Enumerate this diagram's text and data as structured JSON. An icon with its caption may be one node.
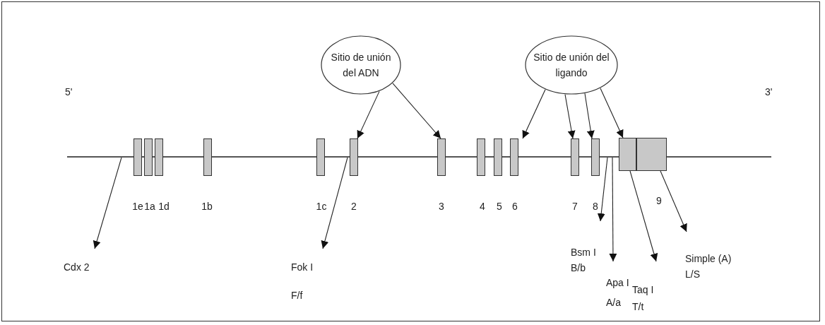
{
  "diagram": {
    "nodes": [
      {
        "text": [
          "Sitio de unión del ADN"
        ]
      },
      {
        "text": [
          "Sitio de unión del ligando"
        ]
      },
      {
        "text": [],
        "shape": "box",
        "beside": [
          "1e"
        ]
      },
      {
        "text": [],
        "shape": "box",
        "beside": [
          "1a"
        ]
      },
      {
        "text": [],
        "shape": "box",
        "beside": [
          "1d"
        ]
      },
      {
        "text": [],
        "shape": "box",
        "beside": [
          "1b"
        ]
      },
      {
        "text": [],
        "shape": "box",
        "beside": [
          "1c"
        ]
      },
      {
        "text": [],
        "shape": "box",
        "beside": [
          "2"
        ]
      },
      {
        "text": [],
        "shape": "box",
        "beside": [
          "3"
        ]
      },
      {
        "text": [],
        "shape": "box",
        "beside": [
          "4"
        ]
      },
      {
        "text": [],
        "shape": "box",
        "beside": [
          "5"
        ]
      },
      {
        "text": [],
        "shape": "box",
        "beside": [
          "6"
        ]
      },
      {
        "text": [],
        "shape": "box",
        "beside": [
          "7"
        ]
      },
      {
        "text": [],
        "shape": "box",
        "beside": [
          "8"
        ]
      },
      {
        "text": [],
        "shape": "box",
        "beside": [
          "9"
        ]
      },
      {
        "text": [
          "Cdx 2"
        ]
      },
      {
        "text": [
          "Fok I",
          "F/f"
        ]
      },
      {
        "text": [
          "Bsm I",
          "B/b"
        ]
      },
      {
        "text": [
          "Apa I",
          "A/a"
        ]
      },
      {
        "text": [
          "Taq I",
          "T/t"
        ]
      },
      {
        "text": [
          "Simple (A)",
          "L/S"
        ]
      },
      {
        "text": [],
        "shape": "line"
      }
    ],
    "edges": [
      {
        "from": 0,
        "to": 7,
        "arrow": "to"
      },
      {
        "from": 0,
        "to": 8,
        "arrow": "to"
      },
      {
        "from": 1,
        "to": 11,
        "arrow": "to"
      },
      {
        "from": 1,
        "to": 12,
        "arrow": "to"
      },
      {
        "from": 1,
        "to": 13,
        "arrow": "to"
      },
      {
        "from": 1,
        "to": 14,
        "arrow": "to"
      },
      {
        "from": 21,
        "to": 15,
        "arrow": "to"
      },
      {
        "from": 21,
        "to": 16,
        "arrow": "to"
      },
      {
        "from": 21,
        "to": 17,
        "arrow": "to"
      },
      {
        "from": 21,
        "to": 18,
        "arrow": "to"
      },
      {
        "from": 14,
        "to": 19,
        "arrow": "to"
      },
      {
        "from": 14,
        "to": 20,
        "arrow": "to"
      }
    ],
    "labels": [
      "5'",
      "3'"
    ]
  }
}
